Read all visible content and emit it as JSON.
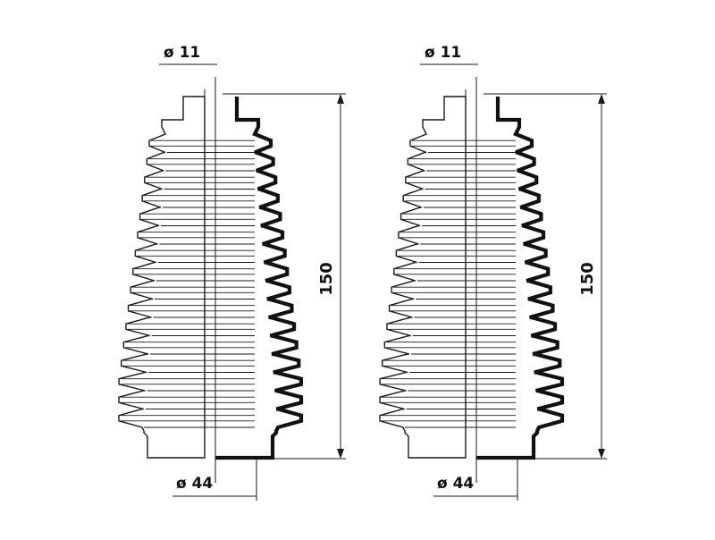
{
  "diagram": {
    "views": [
      {
        "id": "left",
        "top_diameter": "ø 11",
        "bottom_diameter": "ø 44",
        "height": "150"
      },
      {
        "id": "right",
        "top_diameter": "ø 11",
        "bottom_diameter": "ø 44",
        "height": "150"
      }
    ],
    "colors": {
      "line": "#1a1a1a",
      "fill": "#ffffff",
      "section": "#111111"
    }
  }
}
